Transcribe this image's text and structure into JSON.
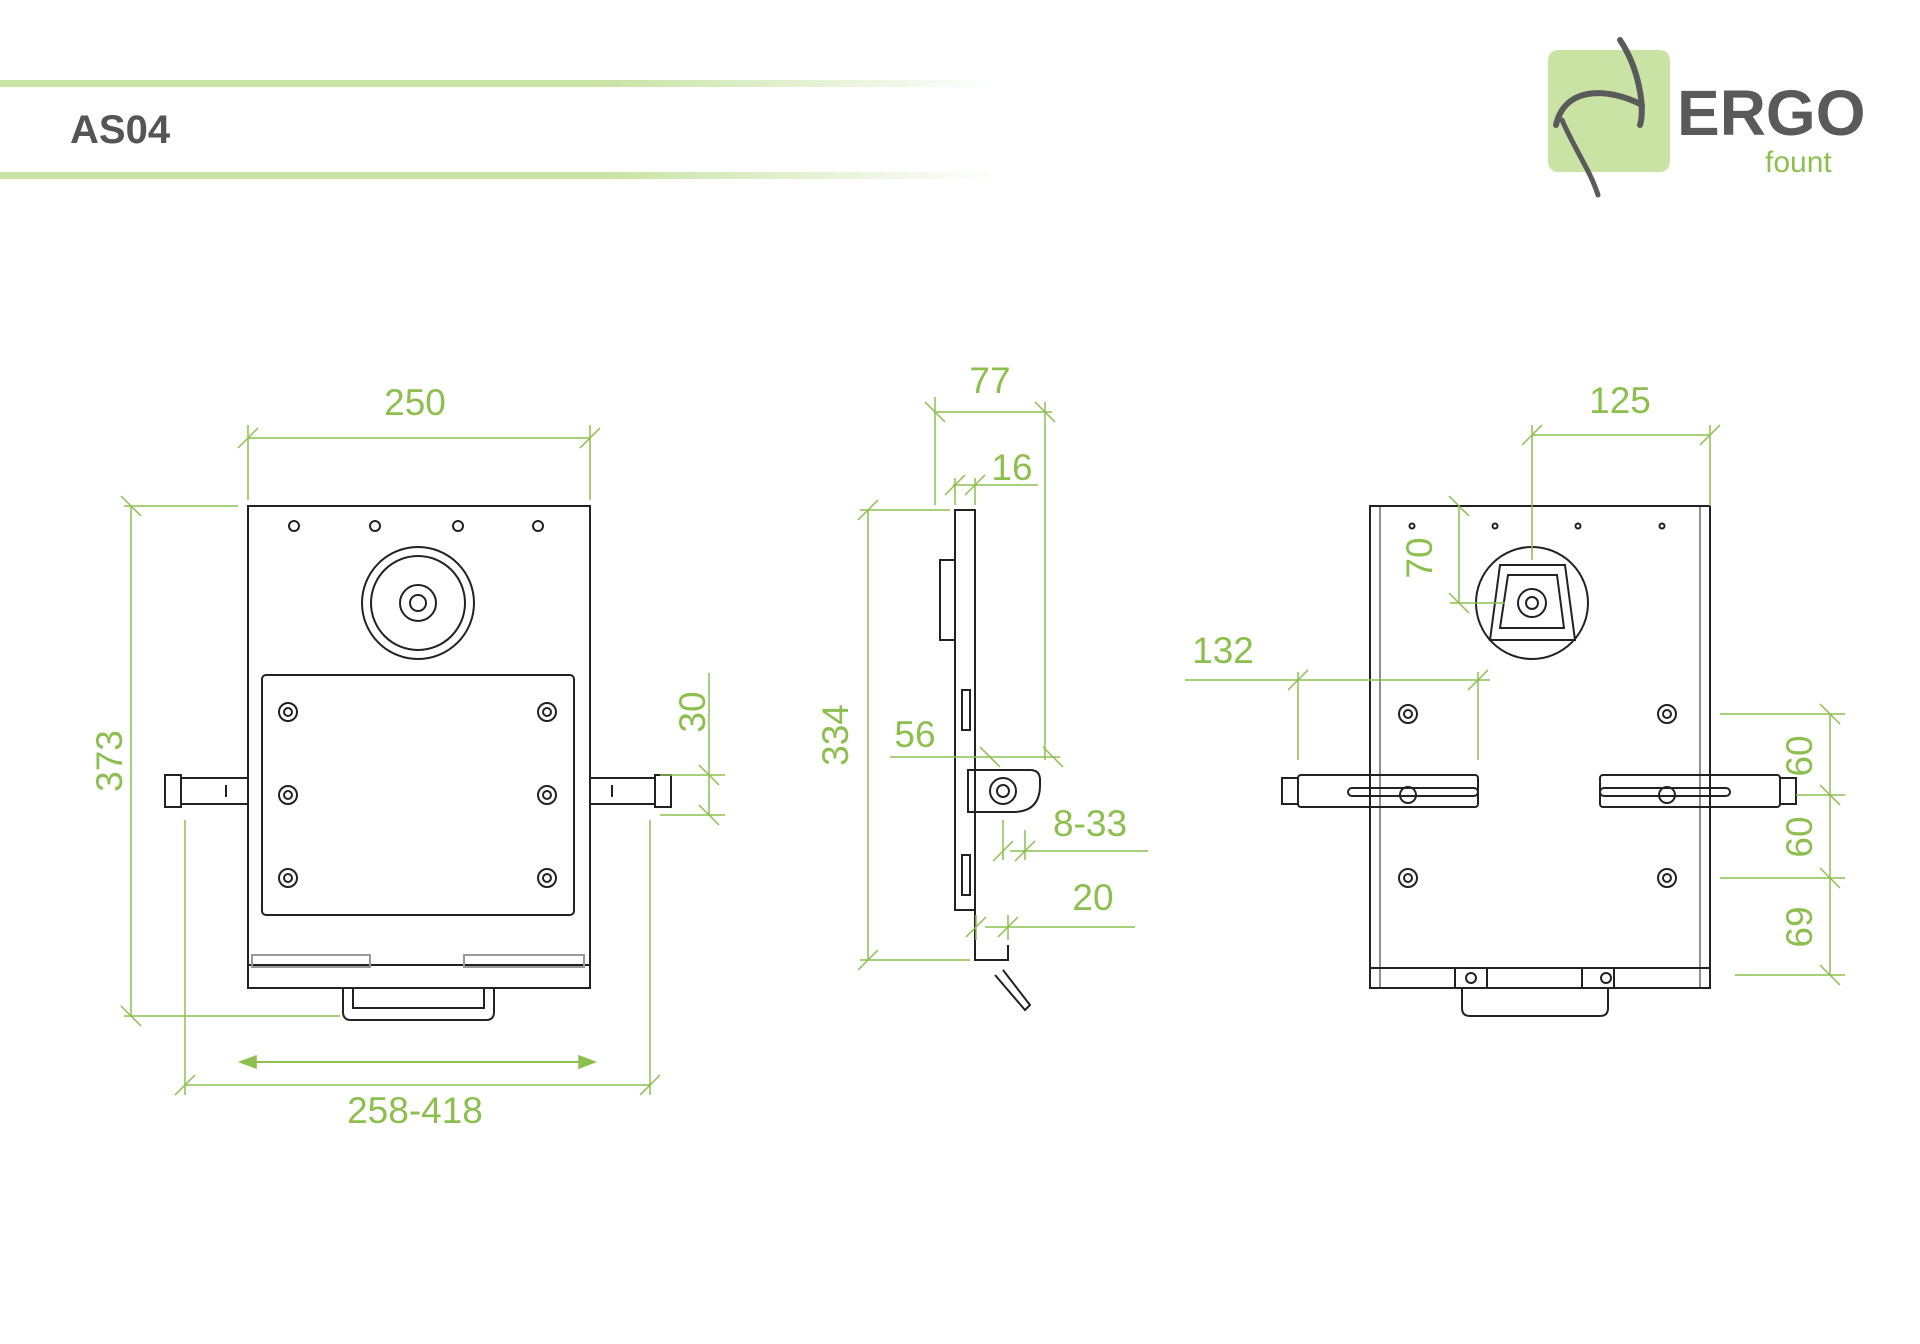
{
  "header": {
    "title": "AS04"
  },
  "logo": {
    "brand": "ERGO",
    "sub": "fount"
  },
  "colors": {
    "accent": "#8cbf4e",
    "logo_bg": "#c8e3a4",
    "line": "#222222",
    "text_dark": "#555555"
  },
  "dimensions": {
    "front": {
      "width": "250",
      "height": "373",
      "range": "258-418",
      "arm": "30"
    },
    "side": {
      "depth": "77",
      "plate": "16",
      "height": "334",
      "offset": "56",
      "adjust": "8-33",
      "hook": "20"
    },
    "back": {
      "top": "125",
      "mount": "70",
      "slot": "132",
      "s1": "60",
      "s2": "60",
      "s3": "69"
    }
  }
}
